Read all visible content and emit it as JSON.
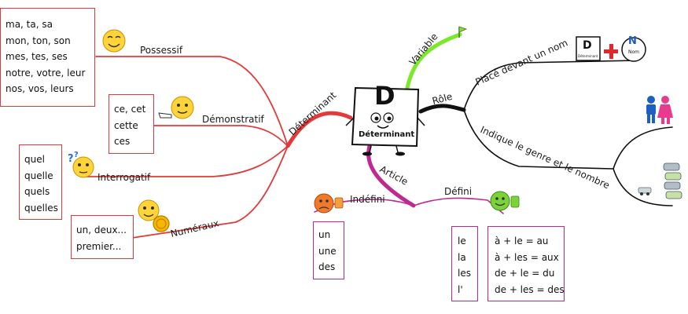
{
  "central_node": {
    "letter": "D",
    "label": "Déterminant"
  },
  "branches": {
    "determinant": "Déterminant",
    "possessif": "Possessif",
    "demonstratif": "Démonstratif",
    "interrogatif": "Interrogatif",
    "numeraux": "Numéraux",
    "variable": "Variable",
    "role": "Rôle",
    "place": "Placé devant un nom",
    "genre": "Indique le genre et le nombre",
    "article": "Article",
    "indefini": "Indéfini",
    "defini": "Défini"
  },
  "boxes": {
    "possessif": [
      "ma, ta, sa",
      "mon, ton, son",
      "mes, tes, ses",
      "notre, votre, leur",
      "nos, vos, leurs"
    ],
    "demonstratif": [
      "ce, cet",
      "cette",
      "ces"
    ],
    "interrogatif": [
      "quel",
      "quelle",
      "quels",
      "quelles"
    ],
    "numeraux": [
      "un, deux...",
      "premier..."
    ],
    "indefini": [
      "un",
      "une",
      "des"
    ],
    "defini_articles": [
      "le",
      "la",
      "les",
      "l'"
    ],
    "defini_contractions": [
      "à + le = au",
      "à + les = aux",
      "de + le = du",
      "de + les = des"
    ]
  },
  "icon_labels": {
    "small_d_label": "Déterminant",
    "noun_letter": "N",
    "noun_word": "Nom"
  },
  "colors": {
    "red_branch": "#e23a3a",
    "pink_branch": "#c0288f",
    "green_branch": "#7be82a",
    "black_branch": "#111111"
  }
}
